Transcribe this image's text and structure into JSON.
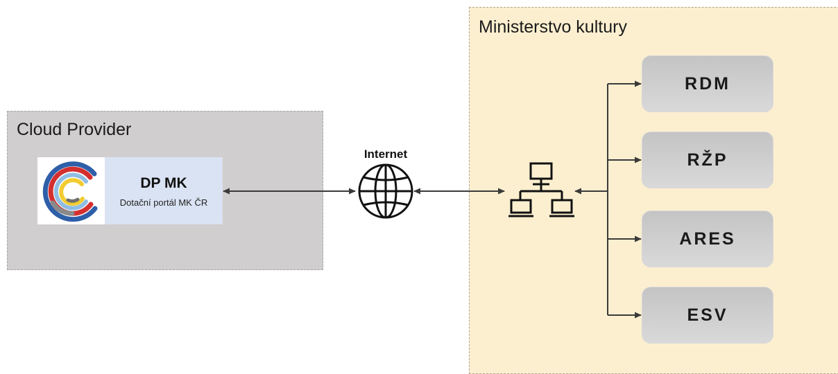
{
  "zones": {
    "cloud": {
      "label": "Cloud Provider",
      "color": "#d0cece"
    },
    "ministry": {
      "label": "Ministerstvo kultury",
      "color": "#fcefd0"
    }
  },
  "portal": {
    "title": "DP MK",
    "subtitle": "Dotační portál MK ČR",
    "logo_icon": "dotacni-portal-logo",
    "color": "#dae3f3"
  },
  "internet": {
    "label": "Internet",
    "icon": "globe-icon"
  },
  "network": {
    "icon": "network-hub-icon"
  },
  "services": [
    {
      "label": "RDM"
    },
    {
      "label": "RŽP"
    },
    {
      "label": "ARES"
    },
    {
      "label": "ESV"
    }
  ]
}
